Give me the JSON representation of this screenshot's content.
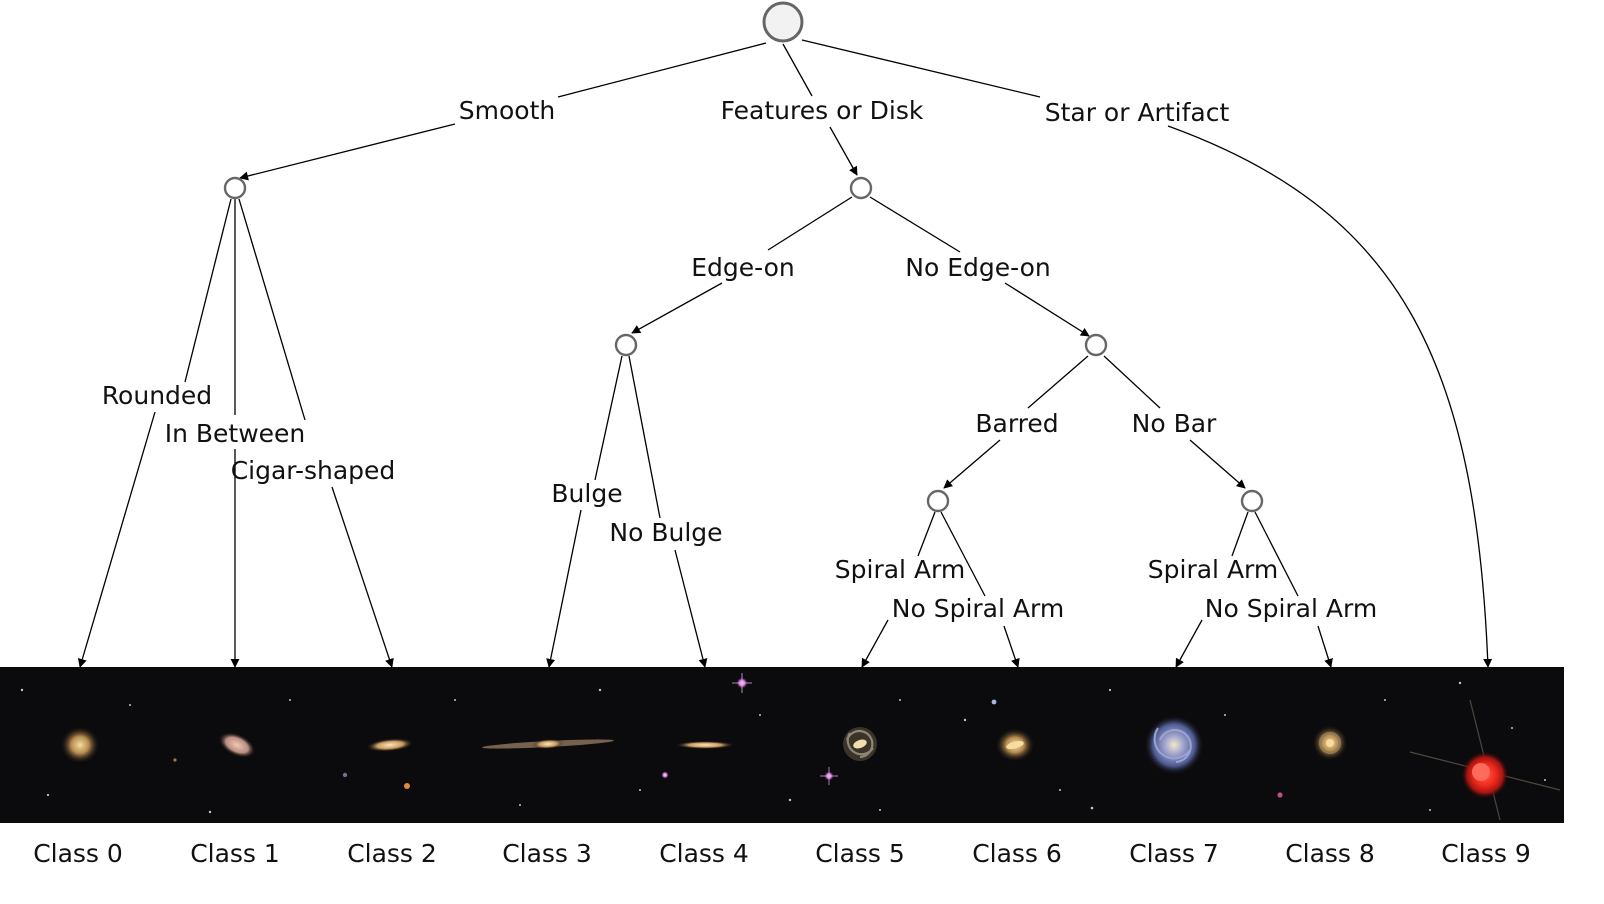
{
  "edge_labels": {
    "smooth": "Smooth",
    "features_or_disk": "Features or Disk",
    "star_or_artifact": "Star or Artifact",
    "rounded": "Rounded",
    "in_between": "In Between",
    "cigar_shaped": "Cigar-shaped",
    "edge_on": "Edge-on",
    "no_edge_on": "No Edge-on",
    "bulge": "Bulge",
    "no_bulge": "No Bulge",
    "barred": "Barred",
    "no_bar": "No Bar",
    "spiral_arm_1": "Spiral Arm",
    "no_spiral_arm_1": "No Spiral Arm",
    "spiral_arm_2": "Spiral Arm",
    "no_spiral_arm_2": "No Spiral Arm"
  },
  "classes": [
    "Class 0",
    "Class 1",
    "Class 2",
    "Class 3",
    "Class 4",
    "Class 5",
    "Class 6",
    "Class 7",
    "Class 8",
    "Class 9"
  ]
}
